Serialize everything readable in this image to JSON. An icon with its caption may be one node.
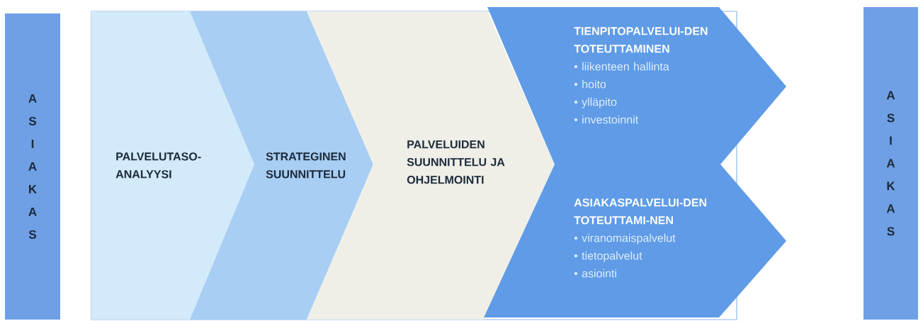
{
  "diagram": {
    "nodes": [
      {
        "text": [
          "A S I A K A S"
        ]
      },
      {
        "text": [
          "PALVELUTASO-ANALYYSI"
        ]
      },
      {
        "text": [
          "STRATEGINEN SUUNNITTELU"
        ]
      },
      {
        "text": [
          "PALVELUIDEN SUUNNITTELU JA OHJELMOINTI"
        ]
      },
      {
        "text": [
          "TIENPITOPALVELUI-DEN TOTEUTTAMINEN",
          "• liikenteen hallinta",
          "• hoito",
          "• ylläpito",
          "• investoinnit"
        ]
      },
      {
        "text": [
          "ASIAKASPALVELUI-DEN TOTEUTTAMI-NEN",
          "• viranomaispalvelut",
          "• tietopalvelut",
          "• asiointi"
        ]
      },
      {
        "text": [
          "A S I A K A S"
        ]
      }
    ],
    "edges": []
  }
}
